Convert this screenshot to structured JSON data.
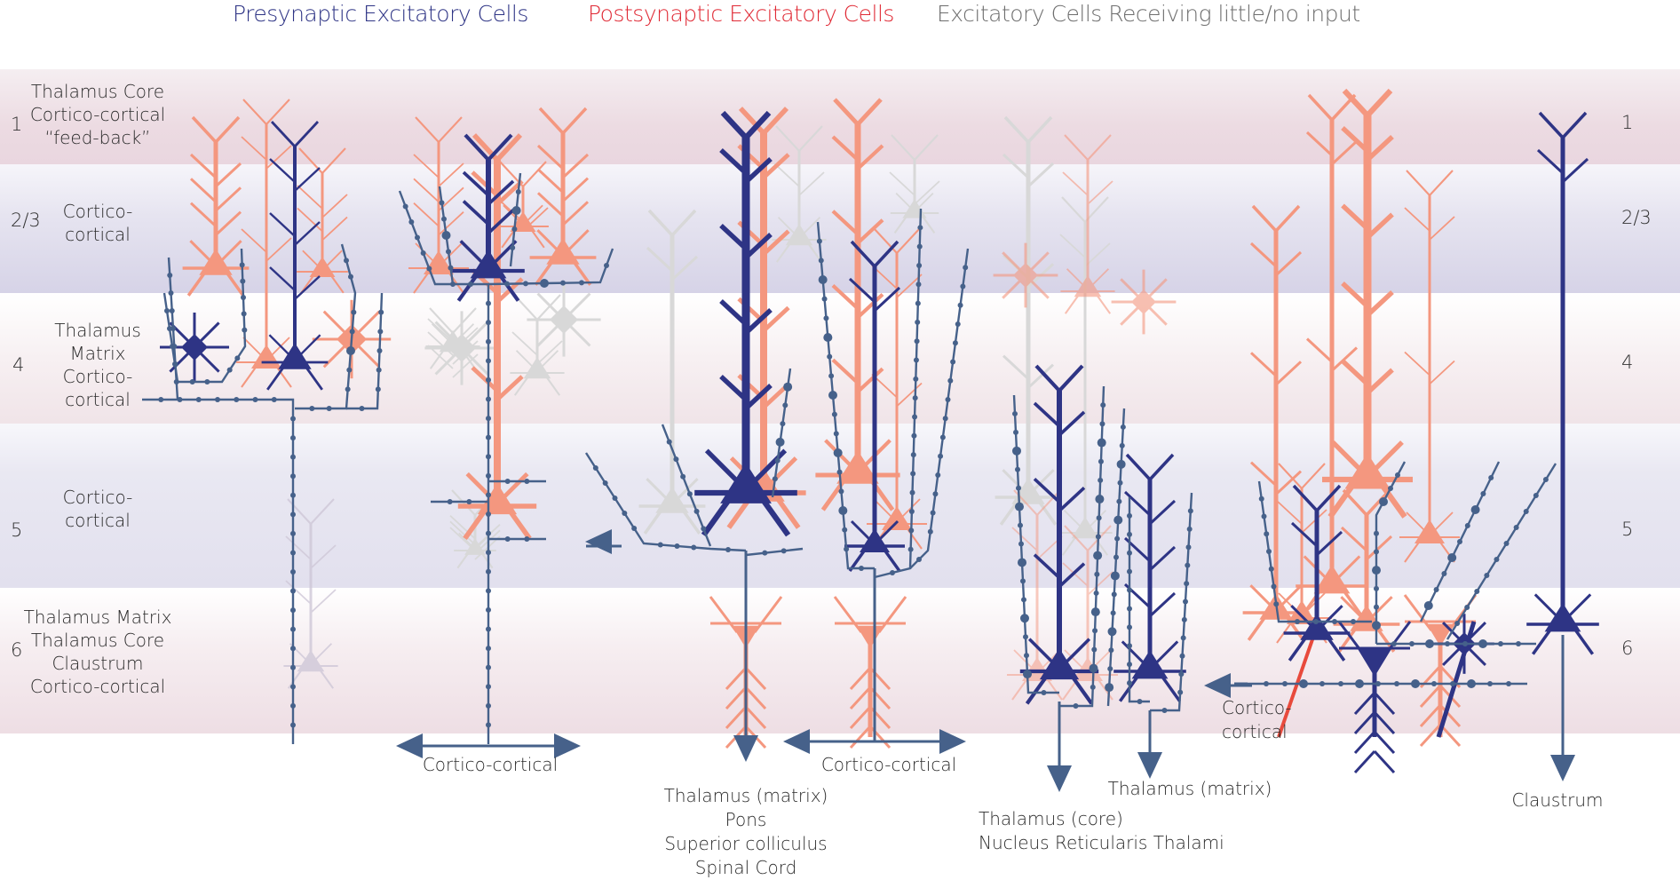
{
  "legend": {
    "presynaptic": "Presynaptic Excitatory Cells",
    "postsynaptic": "Postsynaptic Excitatory Cells",
    "no_input": "Excitatory Cells Receiving little/no input"
  },
  "colors": {
    "presynaptic": "#2e3485",
    "postsynaptic": "#f4977f",
    "postsynaptic_strong": "#e84a3c",
    "no_input": "#d8d8d8",
    "axon": "#46618a"
  },
  "layers": [
    {
      "id": "1",
      "label": "1",
      "right_label": "1",
      "inputs": [
        "Thalamus Core",
        "Cortico-cortical",
        "“feed-back”"
      ]
    },
    {
      "id": "2/3",
      "label": "2/3",
      "right_label": "2/3",
      "inputs": [
        "Cortico-",
        "cortical"
      ]
    },
    {
      "id": "4",
      "label": "4",
      "right_label": "4",
      "inputs": [
        "Thalamus",
        "Matrix",
        "Cortico-",
        "cortical"
      ]
    },
    {
      "id": "5",
      "label": "5",
      "right_label": "5",
      "inputs": [
        "Cortico-",
        "cortical"
      ]
    },
    {
      "id": "6",
      "label": "6",
      "right_label": "6",
      "inputs": [
        "Thalamus Matrix",
        "Thalamus Core",
        "Claustrum",
        "Cortico-cortical"
      ]
    }
  ],
  "output_targets": {
    "l23_cortico": [
      "Cortico-cortical"
    ],
    "l5a_subcortical": [
      "Thalamus (matrix)",
      "Pons",
      "Superior colliculus",
      "Spinal Cord"
    ],
    "l5b_cortico": [
      "Cortico-cortical"
    ],
    "l6_thalamus_core": [
      "Thalamus (core)",
      "Nucleus Reticularis Thalami"
    ],
    "l6_thalamus_matrix": [
      "Thalamus (matrix)"
    ],
    "l6_cortico": [
      "Cortico-",
      "cortical"
    ],
    "l6_claustrum": [
      "Claustrum"
    ]
  }
}
